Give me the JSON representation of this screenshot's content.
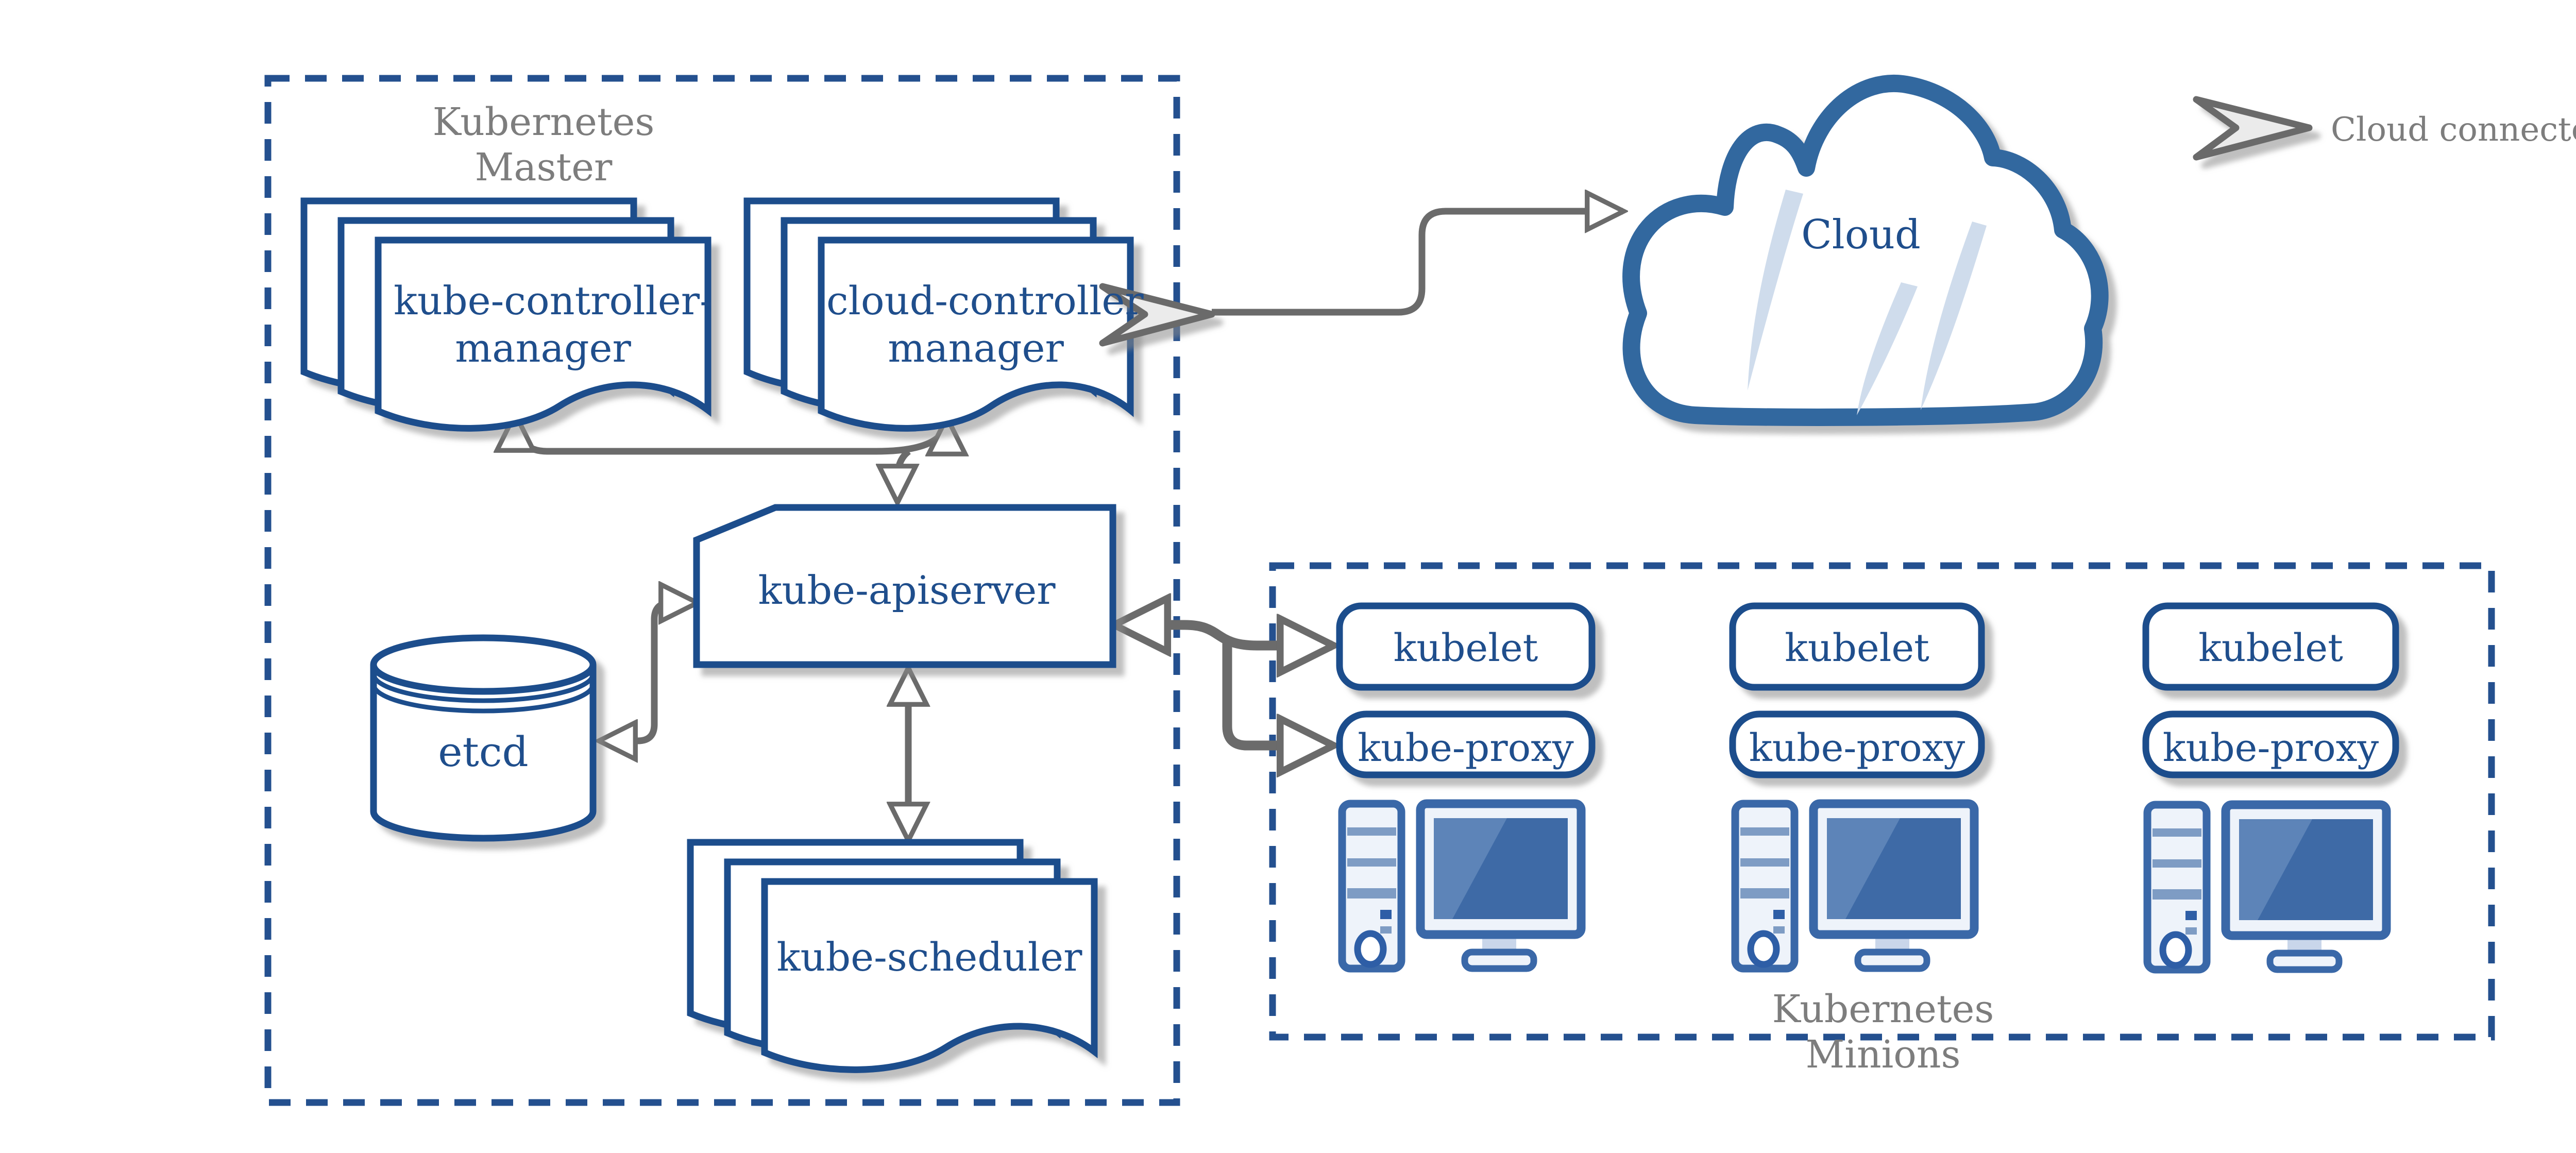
{
  "groups": {
    "master": {
      "line1": "Kubernetes",
      "line2": "Master"
    },
    "minions": {
      "line1": "Kubernetes",
      "line2": "Minions"
    }
  },
  "nodes": {
    "kube_controller_manager": {
      "line1": "kube-controller-",
      "line2": "manager"
    },
    "cloud_controller_manager": {
      "line1": "cloud-controller",
      "line2": "manager"
    },
    "kube_apiserver": {
      "label": "kube-apiserver"
    },
    "etcd": {
      "label": "etcd"
    },
    "kube_scheduler": {
      "label": "kube-scheduler"
    },
    "cloud": {
      "label": "Cloud"
    }
  },
  "minion_columns": [
    {
      "kubelet": "kubelet",
      "kube_proxy": "kube-proxy"
    },
    {
      "kubelet": "kubelet",
      "kube_proxy": "kube-proxy"
    },
    {
      "kubelet": "kubelet",
      "kube_proxy": "kube-proxy"
    }
  ],
  "legend": {
    "cloud_connector": "Cloud connector"
  },
  "icons": [
    "cloud-connector-chevron-icon",
    "tower-pc-icon",
    "monitor-icon",
    "database-cylinder-icon",
    "cloud-icon",
    "document-stack-icon"
  ],
  "colors": {
    "node_border": "#1f4e8c",
    "node_text": "#1f4e8c",
    "dashed_border": "#24508f",
    "group_label_text": "#7d7d7d",
    "connector_gray": "#6b6b6b",
    "cloud_border": "#33679f",
    "cloud_streak": "#cfdcec",
    "chevron_fill": "#ebebeb",
    "chevron_border": "#6b6b6b",
    "pc_border": "#3a68a8",
    "pc_fill": "#eef3fa",
    "pc_accent": "#7e9cc4",
    "pc_dark_accent": "#2e5ea6",
    "screen_fill": "#3e6aa6",
    "screen_shine": "#5d84b8",
    "shadow": "#8a8a8a",
    "background": "#ffffff"
  }
}
